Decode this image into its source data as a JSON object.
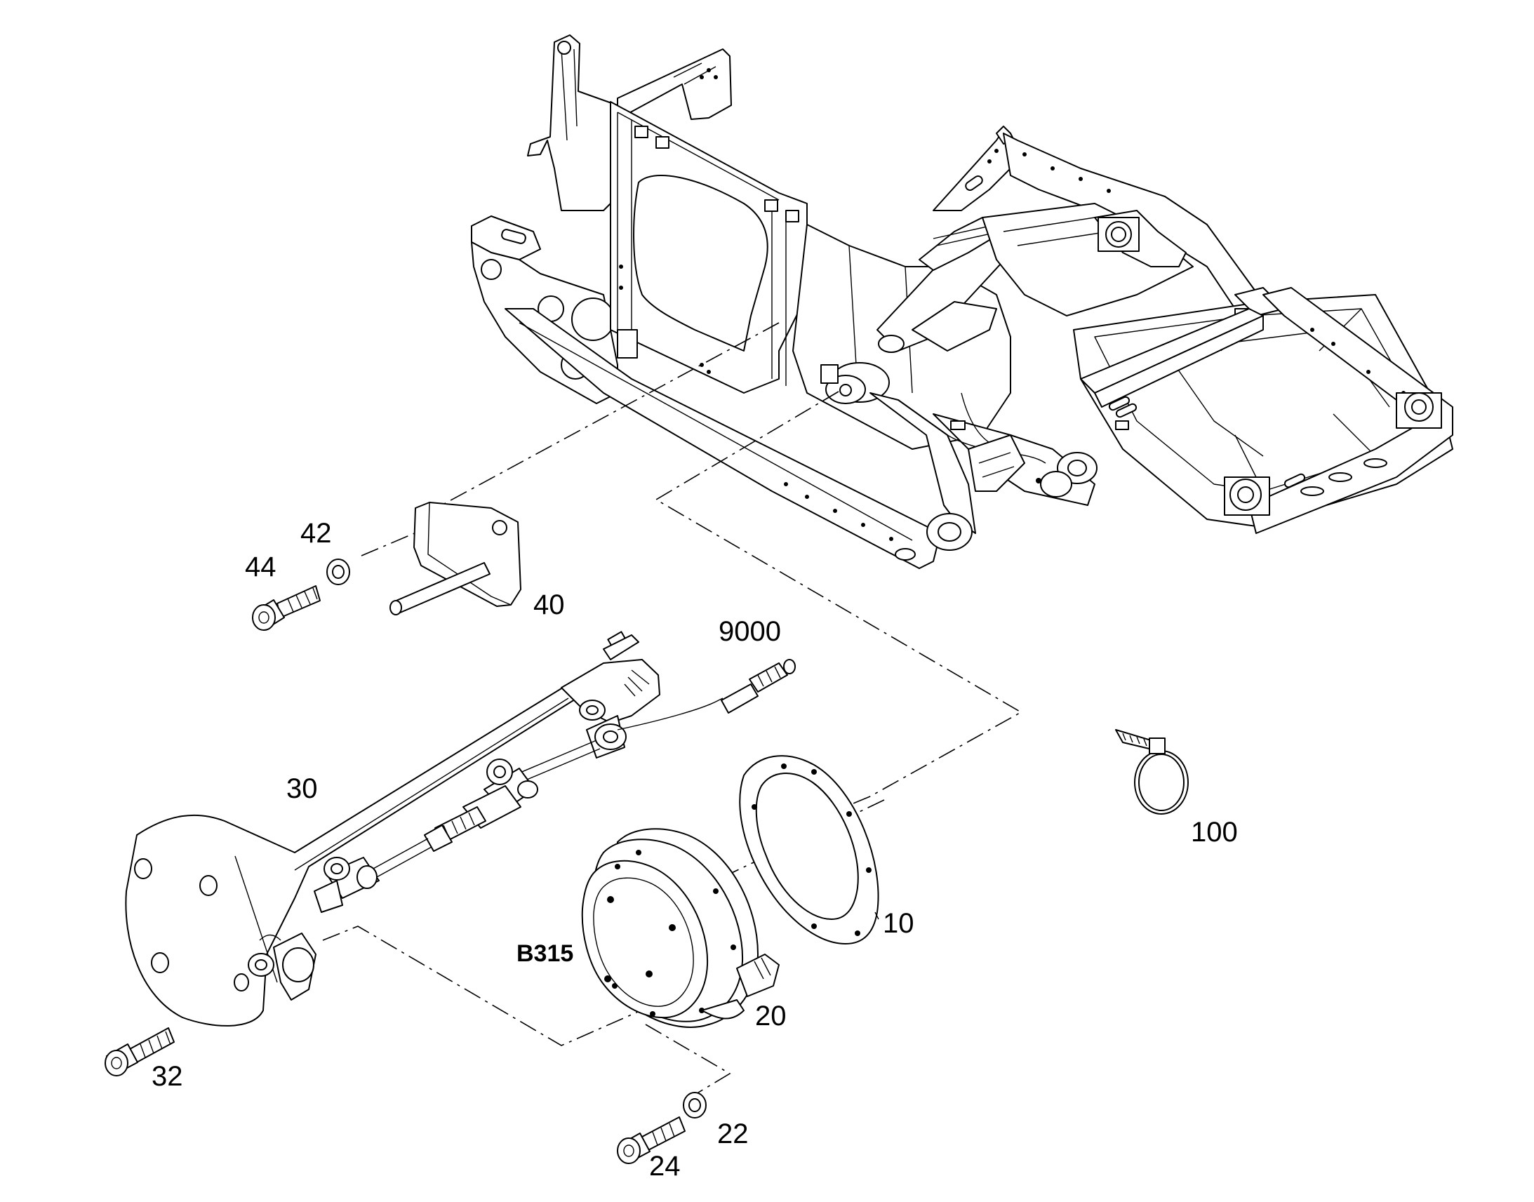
{
  "callouts": {
    "p44": "44",
    "p42": "42",
    "p40": "40",
    "p9000": "9000",
    "p30": "30",
    "p100": "100",
    "p10": "10",
    "pB315": "B315",
    "p20": "20",
    "p32": "32",
    "p22": "22",
    "p24": "24"
  }
}
